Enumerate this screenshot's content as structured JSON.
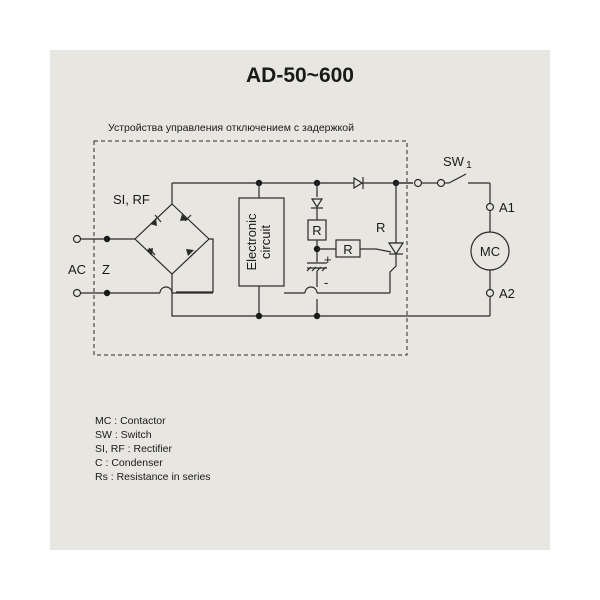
{
  "title": "AD-50~600",
  "subtitle": "Устройства управления отключением с задержкой",
  "labels": {
    "bridge": "SI, RF",
    "ac": "AC",
    "z": "Z",
    "electronic_line1": "Electronic",
    "electronic_line2": "circuit",
    "resistor1": "R",
    "resistor2": "R",
    "thyristor": "R",
    "plus": "+",
    "minus": "-",
    "switch": "SW",
    "switch_sub": "1",
    "motor": "MC",
    "terminal_a1": "A1",
    "terminal_a2": "A2"
  },
  "legend": [
    "MC : Contactor",
    "SW : Switch",
    "SI, RF : Rectifier",
    "C : Condenser",
    "Rs : Resistance in series"
  ],
  "colors": {
    "panel": "#e8e6e1",
    "ink": "#1a1a1a"
  }
}
